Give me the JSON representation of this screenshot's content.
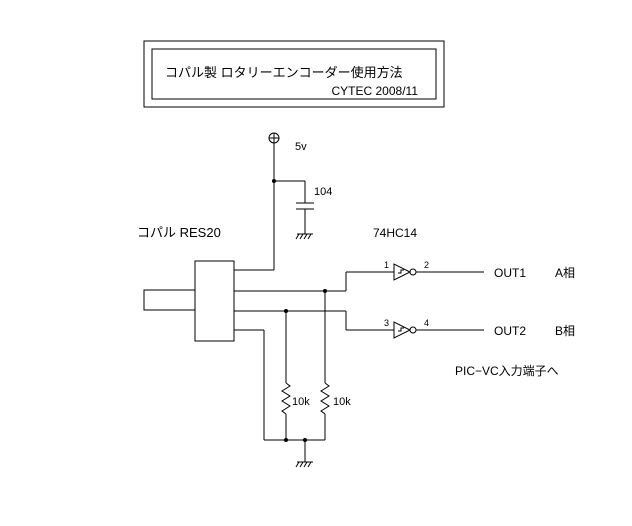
{
  "title_box": {
    "title": "コパル製  ロタリーエンコーダー使用方法",
    "credit": "CYTEC 2008/11"
  },
  "power": {
    "voltage_label": "5v"
  },
  "capacitor": {
    "value_label": "104"
  },
  "encoder": {
    "label": "コパル  RES20"
  },
  "ic": {
    "label": "74HC14"
  },
  "inverter1": {
    "input_pin": "1",
    "output_pin": "2"
  },
  "inverter2": {
    "input_pin": "3",
    "output_pin": "4"
  },
  "outputs": {
    "out1_label": "OUT1",
    "out1_phase": "A相",
    "out2_label": "OUT2",
    "out2_phase": "B相"
  },
  "note": "PIC−VC入力端子へ",
  "resistors": {
    "r1_label": "10k",
    "r2_label": "10k"
  }
}
